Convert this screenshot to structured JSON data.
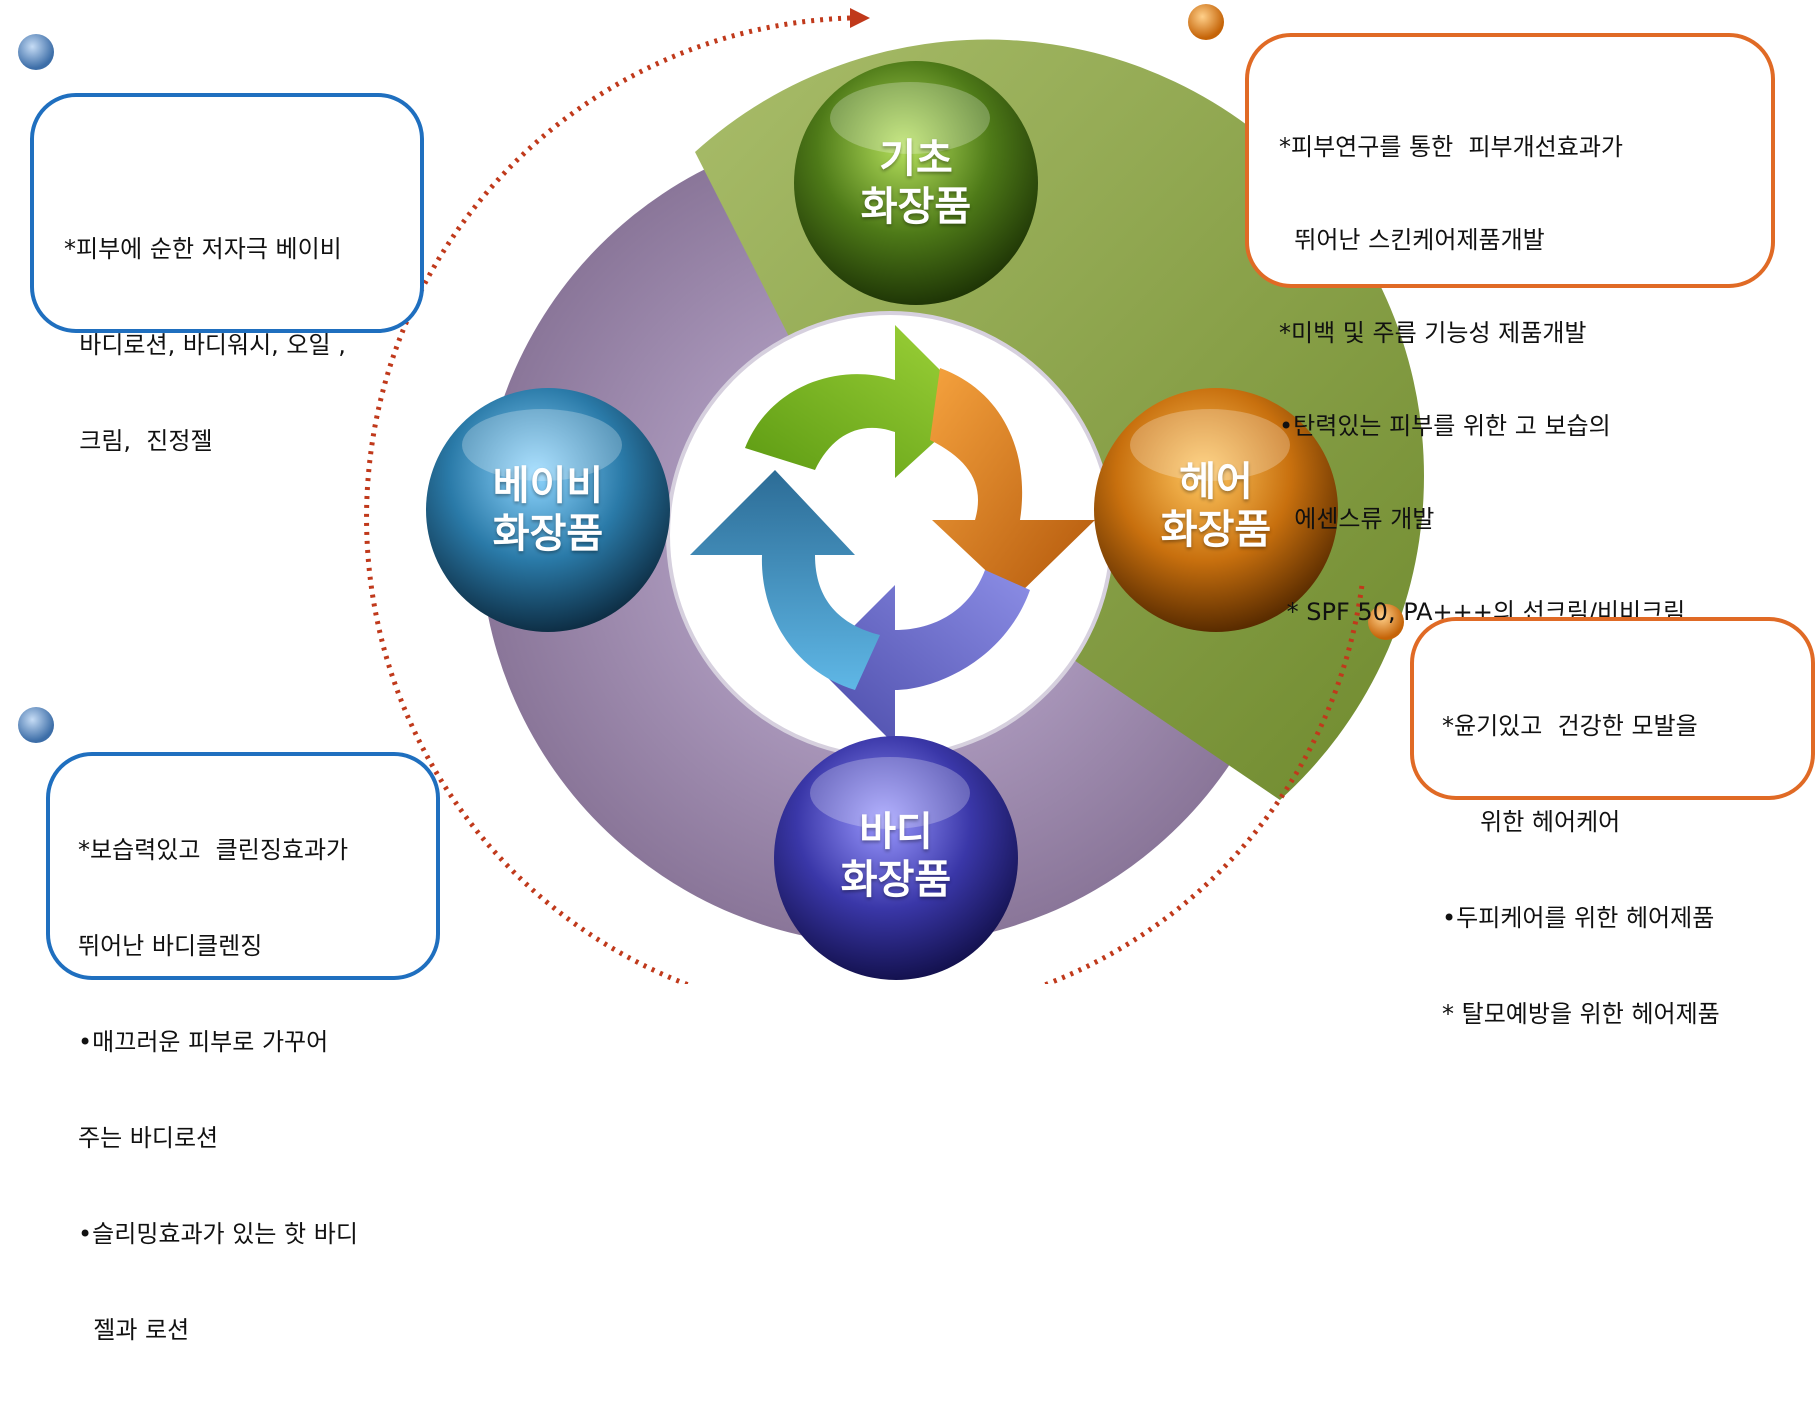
{
  "colors": {
    "blue_accent": "#1f6fbf",
    "orange_accent": "#e06a25",
    "dotted_arrow": "#c0391b",
    "green_band": "#8fa64e",
    "purple_band": "#9e8ab4"
  },
  "nodes": {
    "basic": {
      "line1": "기초",
      "line2": "화장품",
      "color": "#4e7a18"
    },
    "hair": {
      "line1": "헤어",
      "line2": "화장품",
      "color": "#c8700e"
    },
    "body": {
      "line1": "바디",
      "line2": "화장품",
      "color": "#3a37a8"
    },
    "baby": {
      "line1": "베이비",
      "line2": "화장품",
      "color": "#2a7aa8"
    }
  },
  "boxes": {
    "baby": {
      "lines": [
        "*피부에 순한 저자극 베이비",
        "  바디로션, 바디워시, 오일 ,",
        "  크림,  진정젤"
      ]
    },
    "basic": {
      "lines": [
        "*피부연구를 통한  피부개선효과가",
        "  뛰어난 스킨케어제품개발",
        "*미백 및 주름 기능성 제품개발",
        "•탄력있는 피부를 위한 고 보습의",
        "  에센스류 개발",
        " * SPF 50, PA+++의 선크림/비비크림"
      ]
    },
    "body": {
      "lines": [
        "*보습력있고  클린징효과가",
        "뛰어난 바디클렌징",
        "•매끄러운 피부로 가꾸어",
        "주는 바디로션",
        "•슬리밍효과가 있는 핫 바디",
        "  젤과 로션"
      ]
    },
    "hair": {
      "lines": [
        "*윤기있고  건강한 모발을",
        "     위한 헤어케어",
        "•두피케어를 위한 헤어제품",
        "* 탈모예방을 위한 헤어제품"
      ]
    }
  },
  "icons": [
    "blue-bullet-sphere-icon",
    "orange-bullet-sphere-icon",
    "cycle-arrows-icon"
  ]
}
